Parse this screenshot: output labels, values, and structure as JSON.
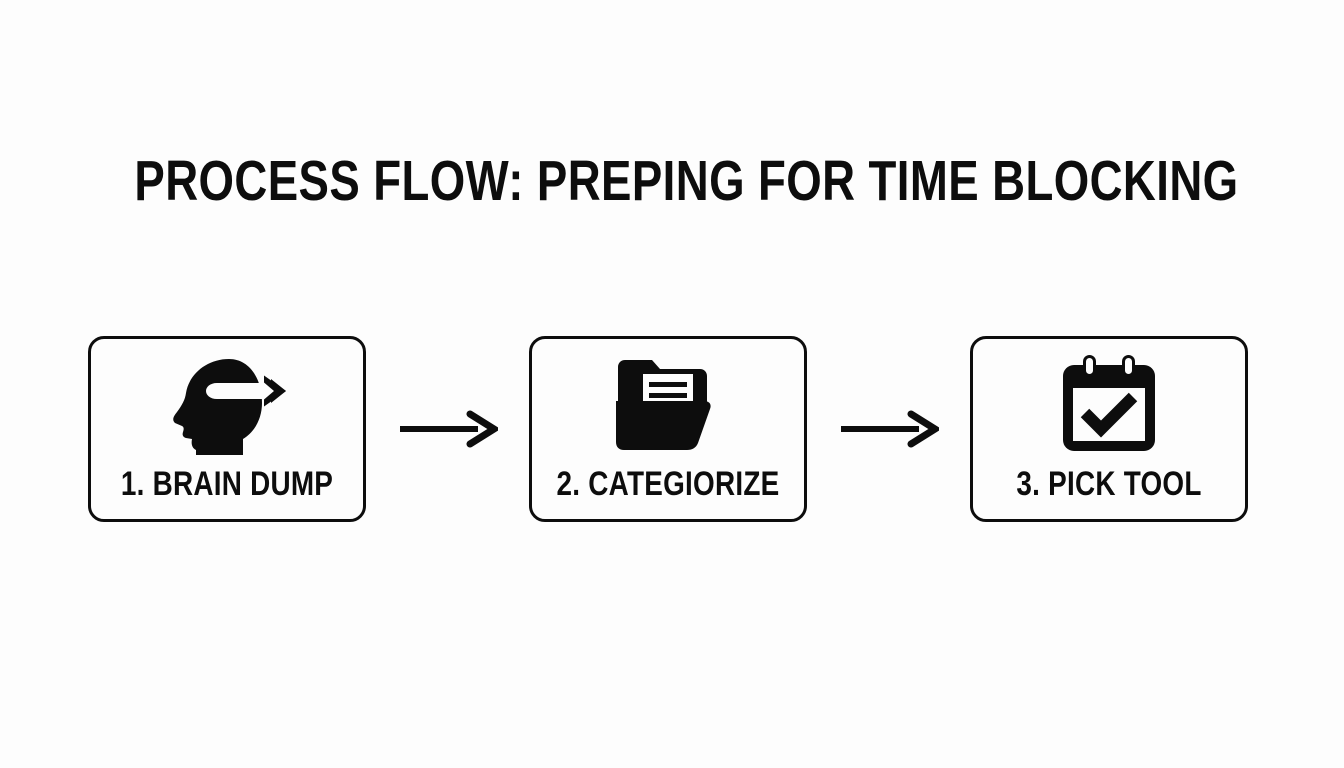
{
  "slide": {
    "background_color": "#fdfdfd",
    "ink_color": "#0d0d0d",
    "title": "PROCESS FLOW: PREPING FOR TIME BLOCKING"
  },
  "flow": {
    "steps": [
      {
        "number": "1.",
        "label": "1. BRAIN DUMP",
        "icon": "head-with-outgoing-arrow-icon"
      },
      {
        "number": "2.",
        "label": "2. CATEGIORIZE",
        "icon": "open-folder-with-document-icon"
      },
      {
        "number": "3.",
        "label": "3. PICK TOOL",
        "icon": "calendar-with-checkmark-icon"
      }
    ],
    "connectors": [
      {
        "name": "arrow-right-icon"
      },
      {
        "name": "arrow-right-icon"
      }
    ]
  }
}
